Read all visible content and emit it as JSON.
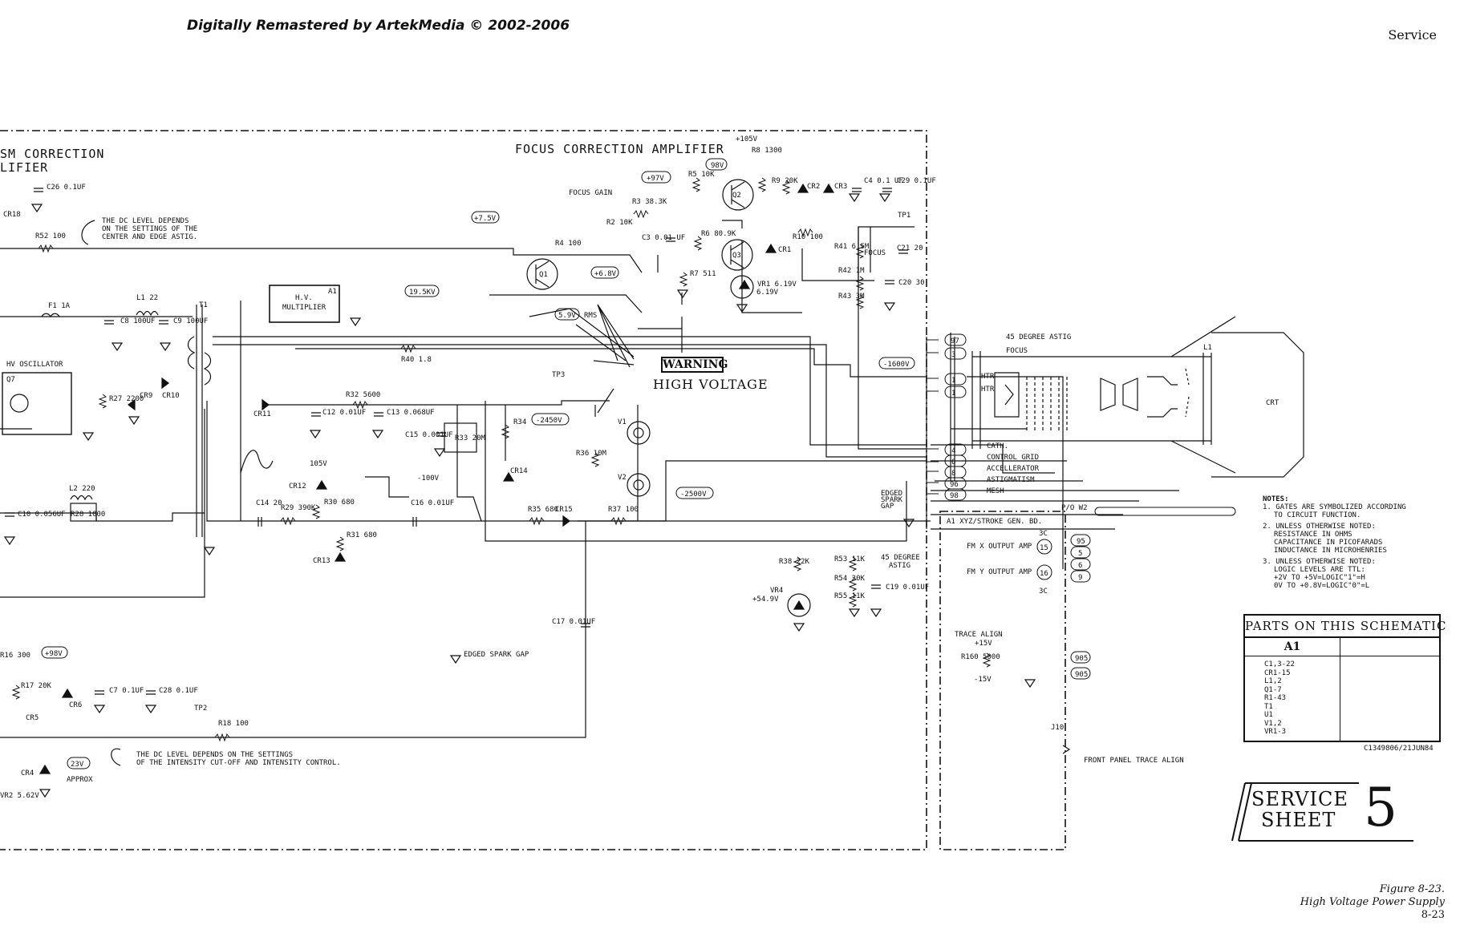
{
  "header": {
    "banner": "Digitally Remastered by ArtekMedia © 2002-2006",
    "section": "Service"
  },
  "titles": {
    "left_title_1": "SM CORRECTION",
    "left_title_2": "LIFIER",
    "focus_amp": "FOCUS CORRECTION AMPLIFIER",
    "warning": "WARNING",
    "high_voltage": "HIGH VOLTAGE"
  },
  "annotations": {
    "dc_level_1": [
      "THE DC LEVEL DEPENDS",
      "ON THE SETTINGS OF THE",
      "CENTER AND EDGE ASTIG."
    ],
    "dc_level_2": [
      "THE DC LEVEL DEPENDS ON THE SETTINGS",
      "OF THE INTENSITY CUT-OFF AND INTENSITY CONTROL."
    ],
    "approx": "APPROX",
    "edged_spark_gap": "EDGED SPARK GAP",
    "edged_spark_gap_2": [
      "EDGED",
      "SPARK",
      "GAP"
    ],
    "front_panel": "FRONT PANEL TRACE ALIGN",
    "trace_align": "TRACE ALIGN",
    "focus_gain": "FOCUS GAIN",
    "focus": "FOCUS",
    "hv_oscillator": "HV OSCILLATOR",
    "hv_multiplier": [
      "H.V.",
      "MULTIPLIER"
    ],
    "a1_board": "A1 XYZ/STROKE GEN. BD.",
    "fm_x": "FM X OUTPUT AMP",
    "fm_y": "FM Y OUTPUT AMP",
    "po_w2": "P/O W2",
    "crt": "CRT",
    "astig_45": [
      "45 DEGREE",
      "ASTIG"
    ],
    "rms": "RMS"
  },
  "voltages": [
    "+105V",
    "98V",
    "+97V",
    "+7.5V",
    "+6.8V",
    "19.5KV",
    "5.9V",
    "-1600V",
    "-2450V",
    "-2500V",
    "-100V",
    "+98V",
    "23V",
    "+15V",
    "-15V",
    "6.19V",
    "+54.9V",
    "105V"
  ],
  "crt_connections": [
    {
      "pin": "97",
      "label": "45 DEGREE ASTIG"
    },
    {
      "pin": "3",
      "label": "FOCUS"
    },
    {
      "pin": "1",
      "label": "HTR"
    },
    {
      "pin": "1",
      "label": "HTR"
    },
    {
      "pin": "4",
      "label": "CATH."
    },
    {
      "pin": "6",
      "label": "CONTROL GRID"
    },
    {
      "pin": "8",
      "label": "ACCELLERATOR"
    },
    {
      "pin": "96",
      "label": "ASTIGMATISM"
    },
    {
      "pin": "98",
      "label": "MESH"
    }
  ],
  "board_pins": [
    "95",
    "5",
    "6",
    "9",
    "905",
    "905",
    "15",
    "16",
    "3C",
    "3C",
    "J10"
  ],
  "components": [
    "R8 1300",
    "R5 10K",
    "R9 20K",
    "CR2",
    "CR3",
    "C4 0.1 UF",
    "C29 0.1UF",
    "R3 38.3K",
    "R2 10K",
    "R4 100",
    "C3 0.01 UF",
    "R6 80.9K",
    "R10 100",
    "CR1",
    "R7 511",
    "VR1 6.19V",
    "R41 6.5M",
    "C21 20",
    "R42 1M",
    "C20 30",
    "R43 3M",
    "Q1",
    "Q2",
    "Q3",
    "TP1",
    "TP2",
    "TP3",
    "C26 0.1UF",
    "CR18",
    "R52 100",
    "F1 1A",
    "L1 22",
    "C8 100UF",
    "C9 100UF",
    "T1",
    "Q7",
    "R27 2200",
    "CR9",
    "CR10",
    "CR11",
    "C12 0.01UF",
    "C13 0.068UF",
    "R32 5600",
    "R40 1.8",
    "C15 0.001UF",
    "R33 20M",
    "R34",
    "CR14",
    "R36 10M",
    "V1",
    "V2",
    "R35 680",
    "CR15",
    "R37 100",
    "CR12",
    "R30 680",
    "R29 390K",
    "C14 20",
    "C16 0.01UF",
    "R31 680",
    "CR13",
    "L2 220",
    "R28 1000",
    "C10 0.056UF",
    "C17 0.01UF",
    "R38 22K",
    "VR4",
    "R53 11K",
    "R54 20K",
    "R55 11K",
    "C19 0.01UF",
    "R17 20K",
    "CR5",
    "CR6",
    "C7 0.1UF",
    "C28 0.1UF",
    "R18 100",
    "CR4",
    "VR2 5.62V",
    "R160 5000",
    "L1",
    "A1",
    "R16 300"
  ],
  "notes": {
    "title": "NOTES:",
    "items": [
      [
        "1. GATES ARE SYMBOLIZED ACCORDING",
        "TO CIRCUIT FUNCTION."
      ],
      [
        "2. UNLESS OTHERWISE NOTED:",
        "RESISTANCE IN OHMS",
        "CAPACITANCE IN PICOFARADS",
        "INDUCTANCE IN MICROHENRIES"
      ],
      [
        "3. UNLESS OTHERWISE NOTED:",
        "LOGIC LEVELS ARE TTL:",
        "+2V TO +5V=LOGIC\"1\"=H",
        "0V TO +0.8V=LOGIC\"0\"=L"
      ]
    ]
  },
  "parts_table": {
    "title": "PARTS ON THIS SCHEMATIC",
    "column": "A1",
    "items": [
      "C1,3-22",
      "CR1-15",
      "L1,2",
      "Q1-7",
      "R1-43",
      "T1",
      "U1",
      "V1,2",
      "VR1-3"
    ]
  },
  "doc_id": "C1349806/21JUN84",
  "service_sheet": {
    "line1": "SERVICE",
    "line2": "SHEET",
    "number": "5"
  },
  "figure": {
    "label": "Figure 8-23.",
    "caption": "High Voltage Power Supply",
    "page": "8-23"
  }
}
